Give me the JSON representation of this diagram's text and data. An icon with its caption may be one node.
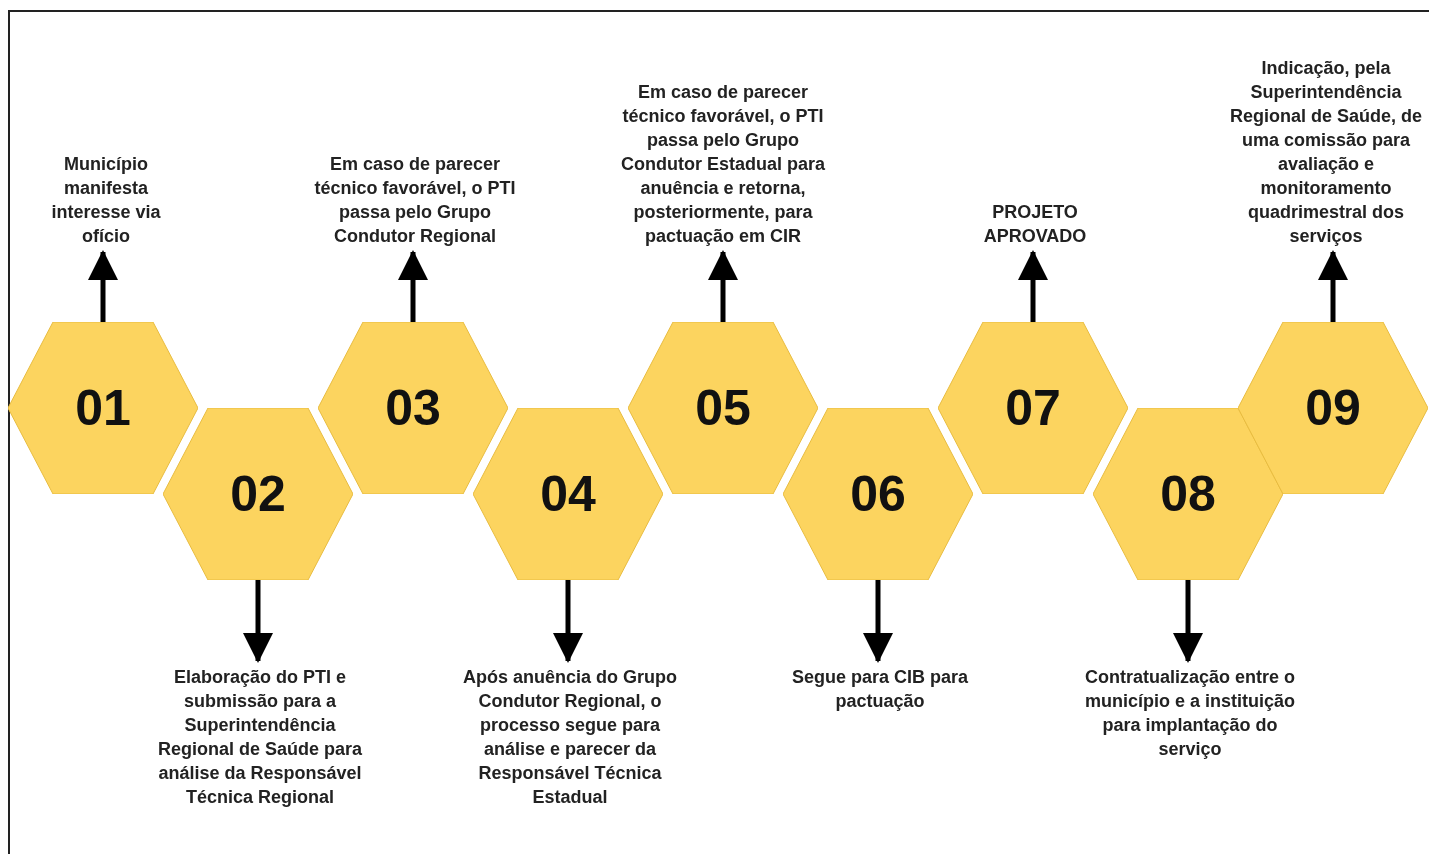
{
  "diagram": {
    "nodes": [
      {
        "text": [
          "01"
        ]
      },
      {
        "text": [
          "Município manifesta interesse via ofício"
        ]
      },
      {
        "text": [
          "02"
        ]
      },
      {
        "text": [
          "Elaboração do PTI e submissão para a Superintendência Regional de Saúde para análise da Responsável Técnica Regional"
        ]
      },
      {
        "text": [
          "03"
        ]
      },
      {
        "text": [
          "Em caso de parecer técnico favorável, o PTI passa pelo Grupo Condutor Regional"
        ]
      },
      {
        "text": [
          "04"
        ]
      },
      {
        "text": [
          "Após anuência do Grupo Condutor Regional, o processo segue para análise e parecer da Responsável Técnica Estadual"
        ]
      },
      {
        "text": [
          "05"
        ]
      },
      {
        "text": [
          "Em caso de parecer técnico favorável, o PTI passa pelo Grupo Condutor Estadual para anuência e retorna, posteriormente, para pactuação em CIR"
        ]
      },
      {
        "text": [
          "06"
        ]
      },
      {
        "text": [
          "Segue para CIB para pactuação"
        ]
      },
      {
        "text": [
          "07"
        ]
      },
      {
        "text": [
          "PROJETO APROVADO"
        ]
      },
      {
        "text": [
          "08"
        ]
      },
      {
        "text": [
          "Contratualização entre o município e a instituição para implantação do serviço"
        ]
      },
      {
        "text": [
          "09"
        ]
      },
      {
        "text": [
          "Indicação, pela Superintendência Regional de Saúde, de uma comissão para avaliação e monitoramento quadrimestral dos serviços"
        ]
      }
    ],
    "edges": [
      {
        "from": 0,
        "to": 1,
        "arrow": "to"
      },
      {
        "from": 2,
        "to": 3,
        "arrow": "to"
      },
      {
        "from": 4,
        "to": 5,
        "arrow": "to"
      },
      {
        "from": 6,
        "to": 7,
        "arrow": "to"
      },
      {
        "from": 8,
        "to": 9,
        "arrow": "to"
      },
      {
        "from": 10,
        "to": 11,
        "arrow": "to"
      },
      {
        "from": 12,
        "to": 13,
        "arrow": "to"
      },
      {
        "from": 14,
        "to": 15,
        "arrow": "to"
      },
      {
        "from": 16,
        "to": 17,
        "arrow": "to"
      }
    ]
  }
}
